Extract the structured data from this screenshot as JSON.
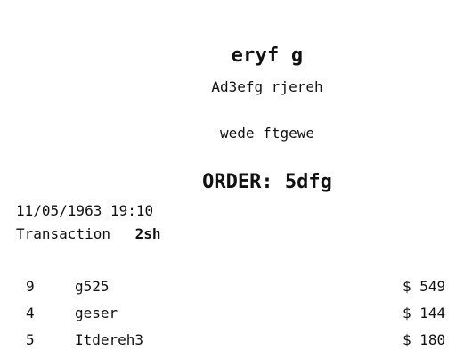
{
  "receipt": {
    "store_name": "eryf g",
    "address": "Ad3efg rjereh",
    "line2": "wede ftgewe",
    "order_title": "ORDER: 5dfg",
    "datetime": "11/05/1963 19:10",
    "transaction_label": "Transaction",
    "transaction_value": "2sh",
    "items": [
      {
        "qty": "9",
        "name": "g525",
        "price": "$ 549"
      },
      {
        "qty": "4",
        "name": "geser",
        "price": "$ 144"
      },
      {
        "qty": "5",
        "name": "Itdereh3",
        "price": "$ 180"
      }
    ]
  }
}
